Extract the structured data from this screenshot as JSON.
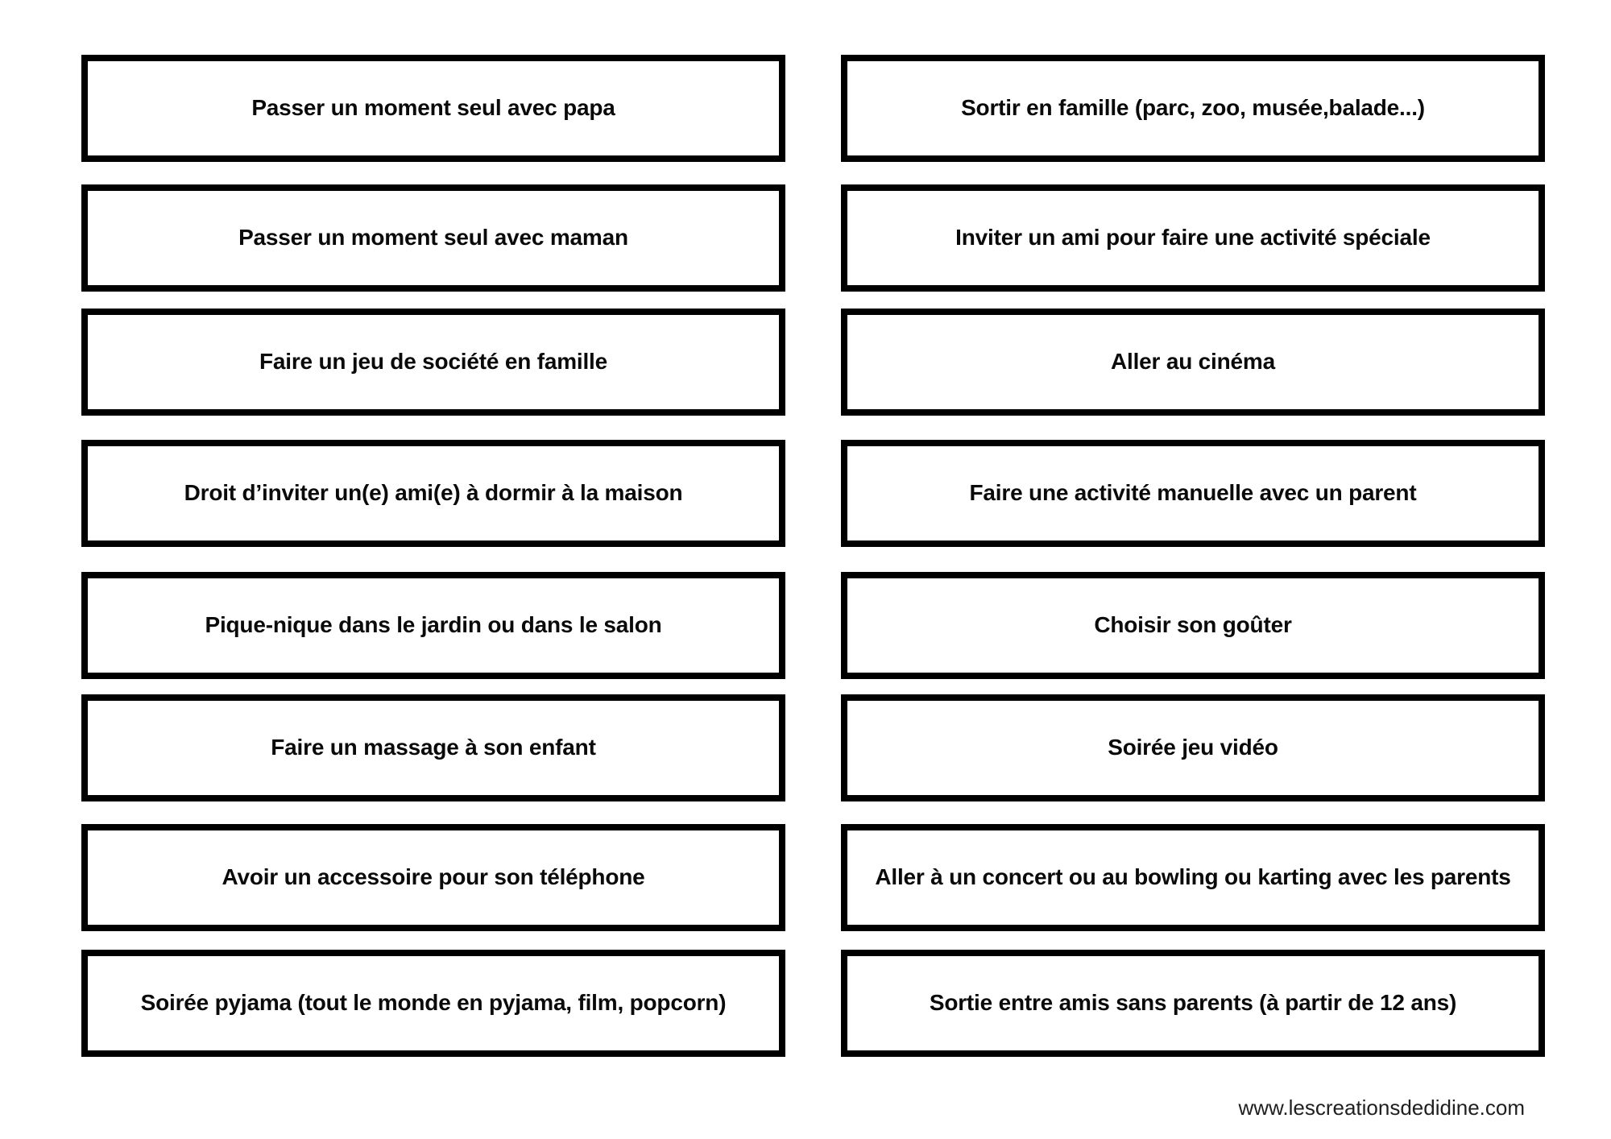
{
  "colors": {
    "page_background": "#ffffff",
    "card_border": "#000000",
    "card_background": "#ffffff",
    "card_text": "#0a0a0a",
    "footer_text": "#1f1f1f"
  },
  "cards": {
    "left": [
      "Passer un moment seul avec papa",
      "Passer un moment seul avec maman",
      "Faire un jeu de société en famille",
      "Droit d’inviter un(e) ami(e) à dormir à la maison",
      "Pique-nique dans le jardin ou dans le salon",
      "Faire un massage à son enfant",
      "Avoir un accessoire pour son téléphone",
      "Soirée pyjama (tout le monde en pyjama, film, popcorn)"
    ],
    "right": [
      "Sortir en famille (parc, zoo, musée,balade...)",
      "Inviter un ami pour faire une activité spéciale",
      "Aller au cinéma",
      "Faire une activité manuelle avec un parent",
      "Choisir son goûter",
      "Soirée jeu vidéo",
      "Aller à un concert ou au bowling ou karting avec les parents",
      "Sortie entre amis sans parents (à partir de 12 ans)"
    ]
  },
  "footer": {
    "website": "www.lescreationsdedidine.com"
  }
}
